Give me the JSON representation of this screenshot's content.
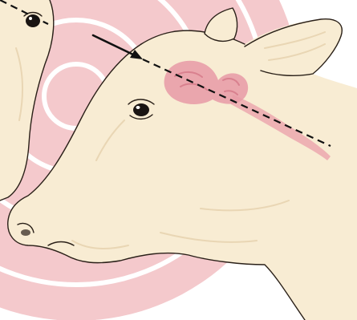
{
  "illustration": {
    "subject": "cow-head-brain-placement",
    "colors": {
      "background": "#ffffff",
      "target_rings": "#f4c9cc",
      "target_ring_lines": "#ffffff",
      "hide": "#f8ecd3",
      "hide_shadow": "#e9d6b4",
      "outline": "#2a2018",
      "brain": "#e79aa6",
      "brain_dark": "#d9818f",
      "spinal_cord": "#eb9faa",
      "guide_line": "#111111",
      "arrow": "#111111",
      "eye": "#1a1412"
    },
    "elements": [
      "target-rings",
      "left-cow-head",
      "main-cow-head",
      "horn",
      "ear",
      "eye",
      "brain",
      "spinal-cord",
      "dashed-guide-line",
      "pointer-arrow"
    ]
  }
}
